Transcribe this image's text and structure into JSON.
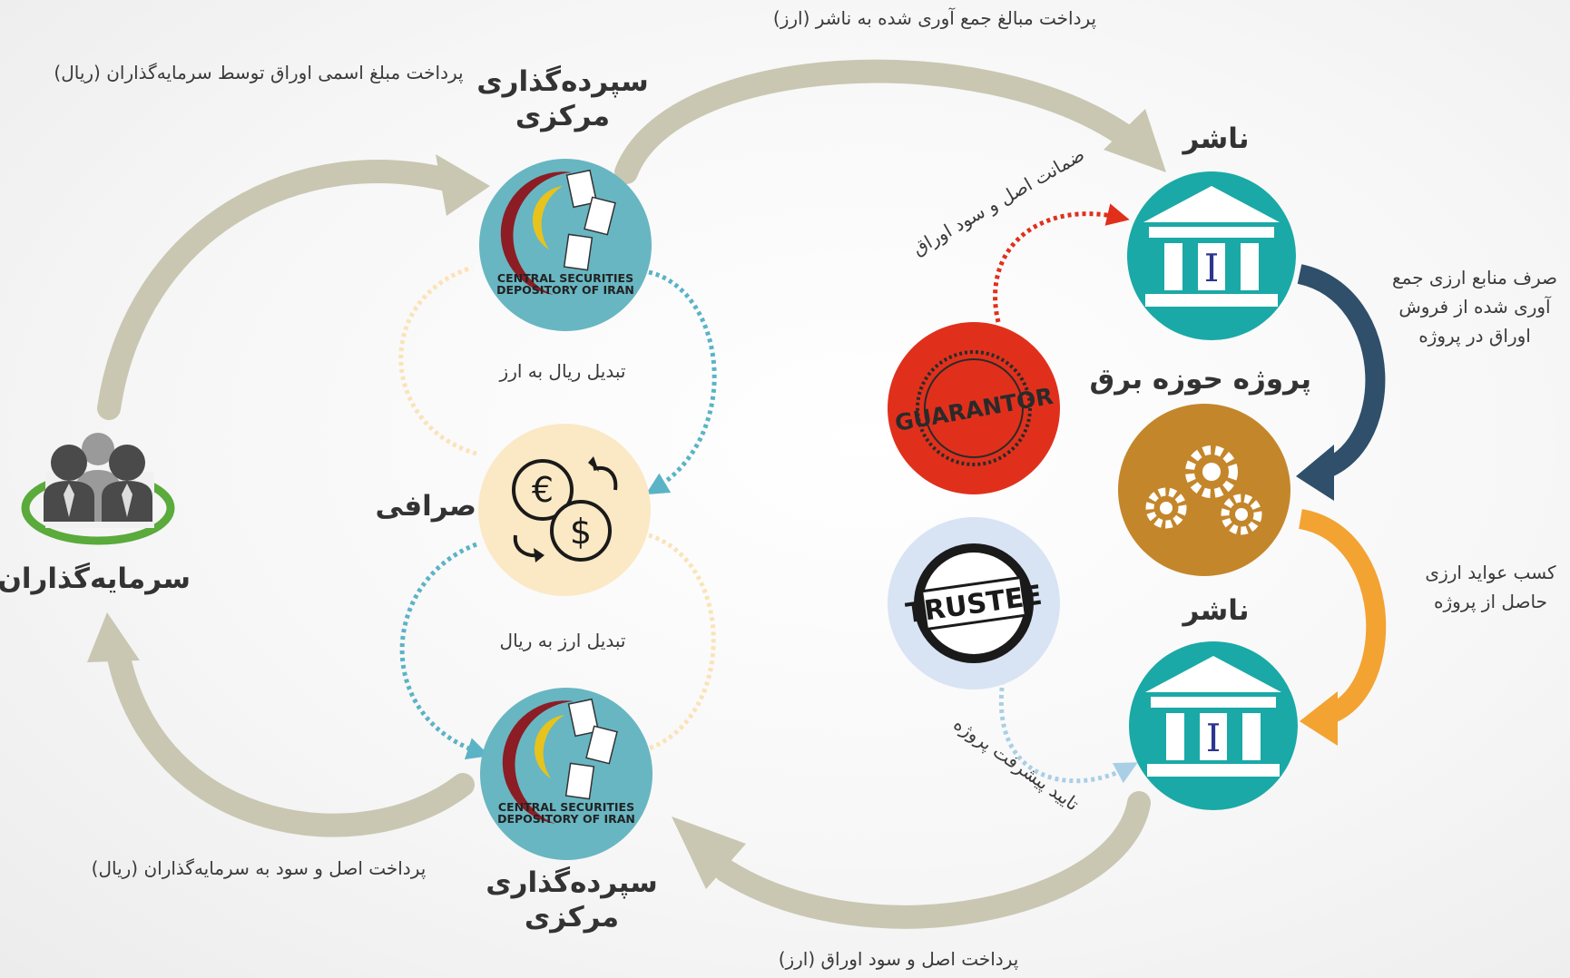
{
  "nodes": {
    "csd_top": {
      "title_line1": "سپرده‌گذاری",
      "title_line2": "مرکزی",
      "logo_line1": "CENTRAL SECURITIES",
      "logo_line2": "DEPOSITORY OF IRAN"
    },
    "csd_bottom": {
      "title_line1": "سپرده‌گذاری",
      "title_line2": "مرکزی",
      "logo_line1": "CENTRAL SECURITIES",
      "logo_line2": "DEPOSITORY OF IRAN"
    },
    "investors": {
      "title": "سرمایه‌گذاران"
    },
    "exchange": {
      "title": "صرافی"
    },
    "publisher_top": {
      "title": "ناشر",
      "emblem": "I"
    },
    "publisher_bottom": {
      "title": "ناشر",
      "emblem": "I"
    },
    "project": {
      "title": "پروژه حوزه برق"
    },
    "guarantor": {
      "stamp": "GUARANTOR"
    },
    "trustee": {
      "stamp": "TRUSTEE"
    }
  },
  "flows": {
    "investors_to_csd": "پرداخت مبلغ اسمی اوراق توسط سرمایه‌گذاران (ریال)",
    "csd_to_publisher": "پرداخت مبالغ جمع آوری شده به ناشر (ارز)",
    "rial_to_fx": "تبدیل ریال به ارز",
    "fx_to_rial": "تبدیل ارز به ریال",
    "guarantee": "ضمانت اصل و سود اوراق",
    "spend_funds": "صرف منابع ارزی جمع آوری شده از فروش اوراق در پروژه",
    "earn_revenue": "کسب عواید ارزی حاصل از پروژه",
    "progress_approval": "تایید پیشرفت پروژه",
    "publisher_to_csd": "پرداخت اصل و سود اوراق (ارز)",
    "csd_to_investors": "پرداخت اصل و سود به سرمایه‌گذاران (ریال)"
  },
  "colors": {
    "csd_circle": "#68b6c2",
    "exchange_circle": "#fbe9c5",
    "publisher_circle": "#1aa9a6",
    "project_circle": "#c4862a",
    "guarantor_circle": "#e0301c",
    "trustee_circle": "#d8e4f4",
    "main_arrow": "#c9c7b2",
    "dotted_blue": "#5bb3c6",
    "dotted_red": "#e0301c",
    "dark_arrow": "#2f4f6a",
    "orange_arrow": "#f3a332"
  }
}
